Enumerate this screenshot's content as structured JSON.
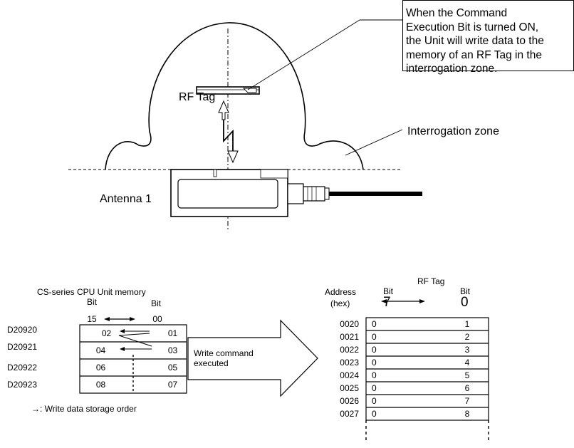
{
  "callout": {
    "lines": [
      "When the Command",
      "Execution Bit is turned ON,",
      "the Unit will write data to the",
      "memory of an RF Tag in the",
      "interrogation zone."
    ]
  },
  "labels": {
    "rf_tag": "RF Tag",
    "interrogation_zone": "Interrogation zone",
    "antenna": "Antenna 1",
    "cpu_title": "CS-series CPU Unit memory",
    "cpu_bit_left": "Bit",
    "cpu_bit_right": "Bit",
    "cpu_bit_15": "15",
    "cpu_bit_00": "00",
    "write_order_note": "→: Write data storage order",
    "write_command": "Write command\nexecuted",
    "rf_tag_memory": "RF Tag",
    "address_header": "Address",
    "hex_header": "(hex)",
    "tag_bit_left": "Bit",
    "tag_bit_right": "Bit",
    "tag_bit_7": "7",
    "tag_bit_0": "0"
  },
  "cpu_memory": [
    {
      "address": "D20920",
      "left": "02",
      "right": "01"
    },
    {
      "address": "D20921",
      "left": "04",
      "right": "03"
    },
    {
      "address": "D20922",
      "left": "06",
      "right": "05"
    },
    {
      "address": "D20923",
      "left": "08",
      "right": "07"
    }
  ],
  "tag_memory": [
    {
      "address": "0020",
      "left": "0",
      "right": "1"
    },
    {
      "address": "0021",
      "left": "0",
      "right": "2"
    },
    {
      "address": "0022",
      "left": "0",
      "right": "3"
    },
    {
      "address": "0023",
      "left": "0",
      "right": "4"
    },
    {
      "address": "0024",
      "left": "0",
      "right": "5"
    },
    {
      "address": "0025",
      "left": "0",
      "right": "6"
    },
    {
      "address": "0026",
      "left": "0",
      "right": "7"
    },
    {
      "address": "0027",
      "left": "0",
      "right": "8"
    }
  ]
}
